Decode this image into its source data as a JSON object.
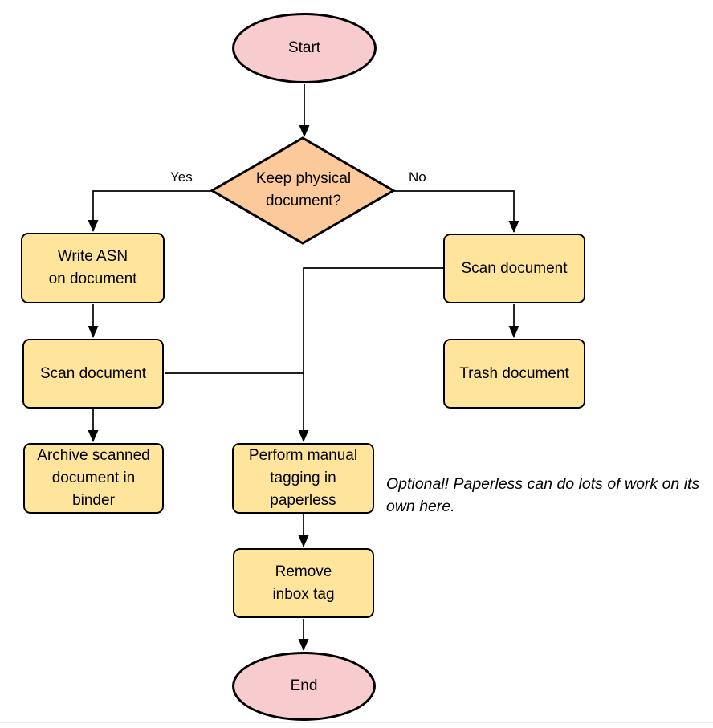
{
  "diagram": {
    "type": "flowchart",
    "nodes": {
      "start": {
        "label": "Start",
        "shape": "terminator"
      },
      "decision": {
        "label": "Keep physical\ndocument?",
        "shape": "diamond"
      },
      "write_asn": {
        "label": "Write ASN\non document",
        "shape": "process"
      },
      "scan_left": {
        "label": "Scan document",
        "shape": "process"
      },
      "archive": {
        "label": "Archive scanned\ndocument in\nbinder",
        "shape": "process"
      },
      "scan_right": {
        "label": "Scan document",
        "shape": "process"
      },
      "trash": {
        "label": "Trash document",
        "shape": "process"
      },
      "tagging": {
        "label": "Perform manual\ntagging in\npaperless",
        "shape": "process"
      },
      "remove_inbox": {
        "label": "Remove\ninbox tag",
        "shape": "process"
      },
      "end": {
        "label": "End",
        "shape": "terminator"
      }
    },
    "edge_labels": {
      "yes": "Yes",
      "no": "No"
    },
    "annotation": "Optional! Paperless can do lots of work on\nits own here.",
    "colors": {
      "terminator_fill": "#f8cccf",
      "decision_fill": "#fcca9a",
      "process_fill": "#ffe49c",
      "stroke": "#000000",
      "background": "#ffffff"
    }
  }
}
